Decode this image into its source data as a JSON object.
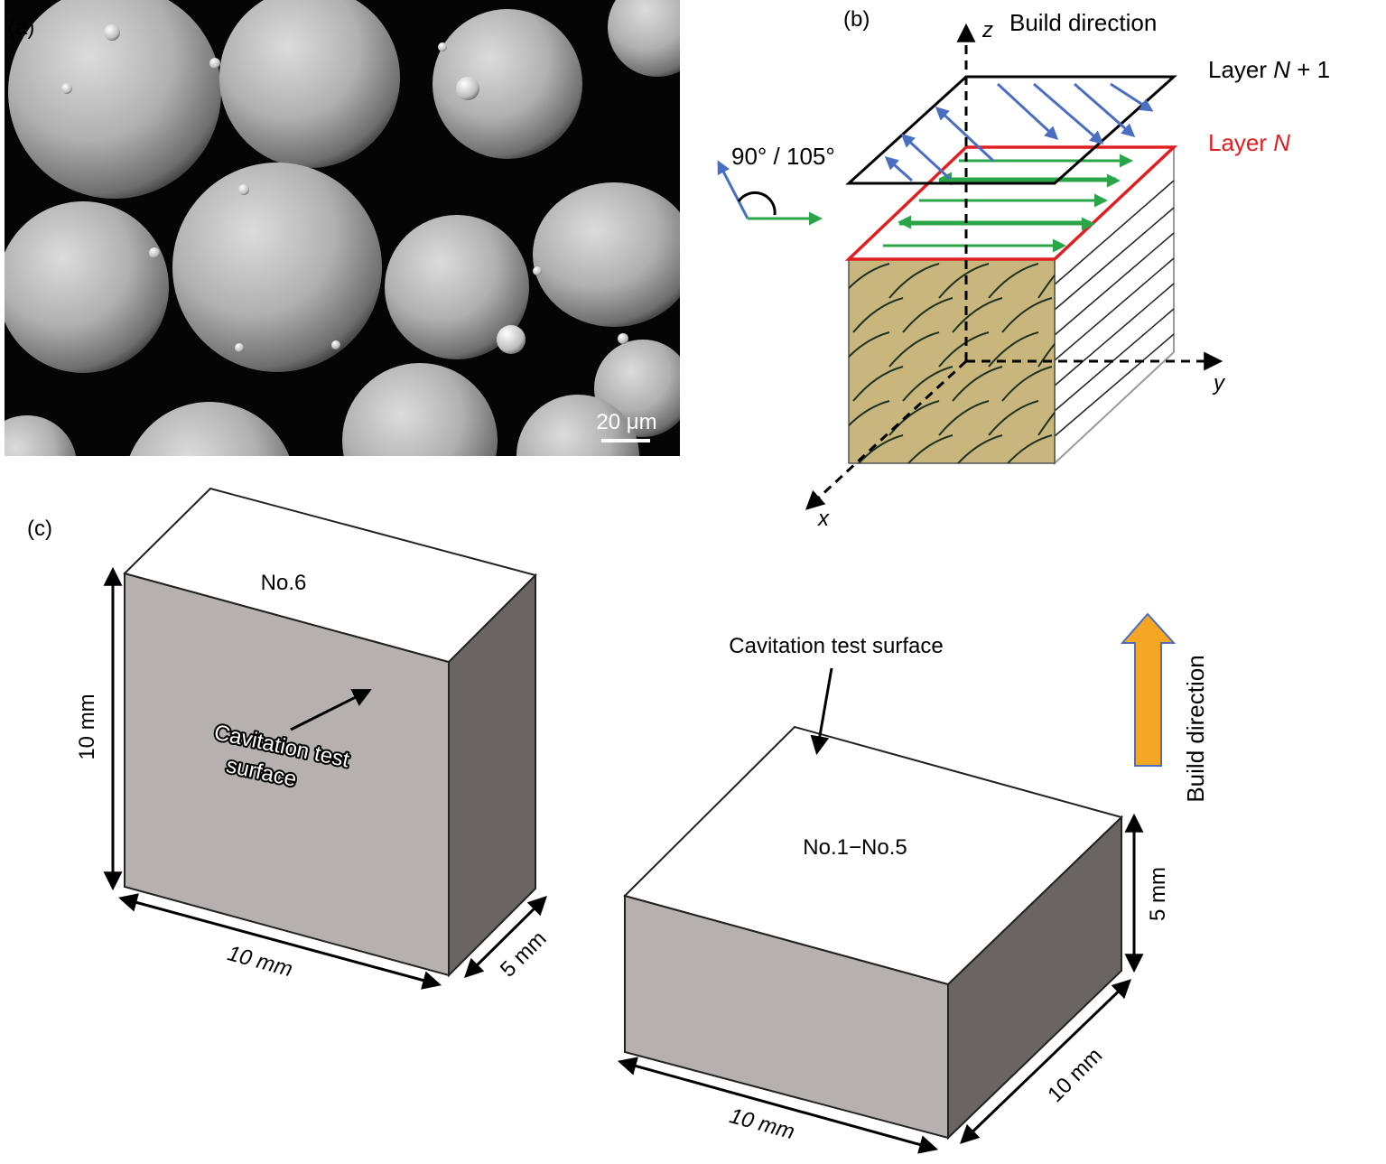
{
  "panel_a": {
    "label": "(a)",
    "scale_bar": "20 μm"
  },
  "panel_b": {
    "label": "(b)",
    "z_axis": "z",
    "build_direction": "Build direction",
    "layer_n_plus_1_prefix": "Layer ",
    "layer_n_plus_1_var": "N",
    "layer_n_plus_1_suffix": " + 1",
    "layer_n_prefix": "Layer ",
    "layer_n_var": "N",
    "angle_label": "90° / 105°",
    "y_axis": "y",
    "x_axis": "x",
    "colors": {
      "layer_n_outline": "#e02020",
      "layer_n_plus_1_arrows": "#4a6fc1",
      "layer_n_arrows": "#2aa548",
      "melt_pool_fill": "#c8b67c"
    }
  },
  "panel_c": {
    "label": "(c)",
    "left_block": {
      "name": "No.6",
      "surface_label_line1": "Cavitation test",
      "surface_label_line2": "surface",
      "height": "10 mm",
      "width": "10 mm",
      "depth": "5 mm"
    },
    "right_block": {
      "name": "No.1−No.5",
      "surface_label": "Cavitation test surface",
      "height": "5 mm",
      "width": "10 mm",
      "depth": "10 mm"
    },
    "build_direction": "Build direction",
    "colors": {
      "front_face": "#b6b1ae",
      "side_face": "#6a6563",
      "top_face": "#ffffff",
      "build_arrow": "#f5a623",
      "build_arrow_outline": "#4a6fc1"
    }
  }
}
